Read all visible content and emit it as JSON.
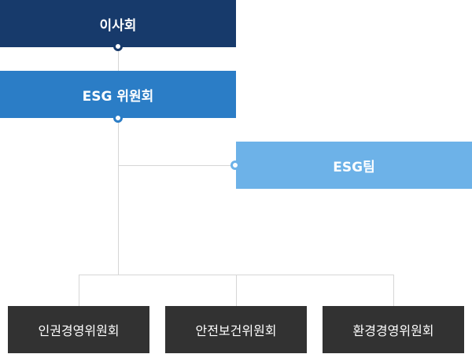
{
  "org_chart": {
    "board": {
      "label": "이사회",
      "color": "#173a6b"
    },
    "esg_committee": {
      "label": "ESG 위원회",
      "color": "#2b7dc6"
    },
    "esg_team": {
      "label": "ESG팀",
      "color": "#6db2e8"
    },
    "sub_committees": [
      {
        "label": "인권경영위원회"
      },
      {
        "label": "안전보건위원회"
      },
      {
        "label": "환경경영위원회"
      }
    ],
    "sub_committee_color": "#323232",
    "connector_color": "#d6d6d6"
  }
}
